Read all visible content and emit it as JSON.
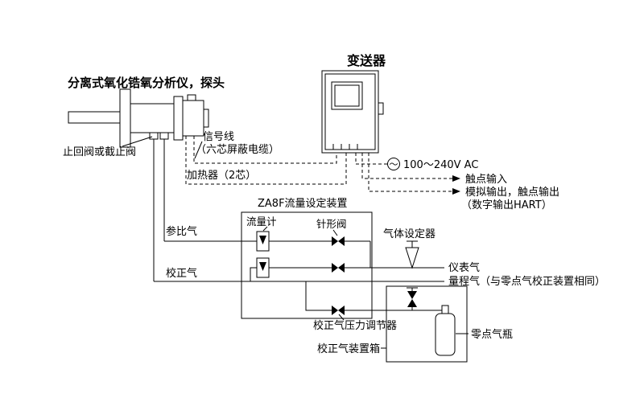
{
  "diagram": {
    "probe_title": "分离式氧化锆氧分析仪，探头",
    "transmitter_title": "变送器",
    "check_valve_label": "止回阀或截止阀",
    "signal_line_label": "信号线",
    "signal_line_note": "（六芯屏蔽电缆）",
    "heater_label": "加热器（2芯）",
    "ac_symbol": "～",
    "power_label": "100～240V AC",
    "contact_input_label": "触点输入",
    "output_label": "模拟输出，触点输出",
    "output_note": "（数字输出HART）",
    "flow_device_label": "ZA8F流量设定装置",
    "flowmeter_label": "流量计",
    "needle_valve_label": "针形阀",
    "gas_setter_label": "气体设定器",
    "reference_gas_label": "参比气",
    "calibration_gas_label": "校正气",
    "instrument_air_label": "仪表气",
    "span_gas_label": "量程气（与零点气校正装置相同）",
    "regulator_label": "校正气压力调节器",
    "cal_box_label": "校正气装置箱",
    "zero_cylinder_label": "零点气瓶"
  },
  "colors": {
    "line": "#000000",
    "background": "#ffffff"
  }
}
